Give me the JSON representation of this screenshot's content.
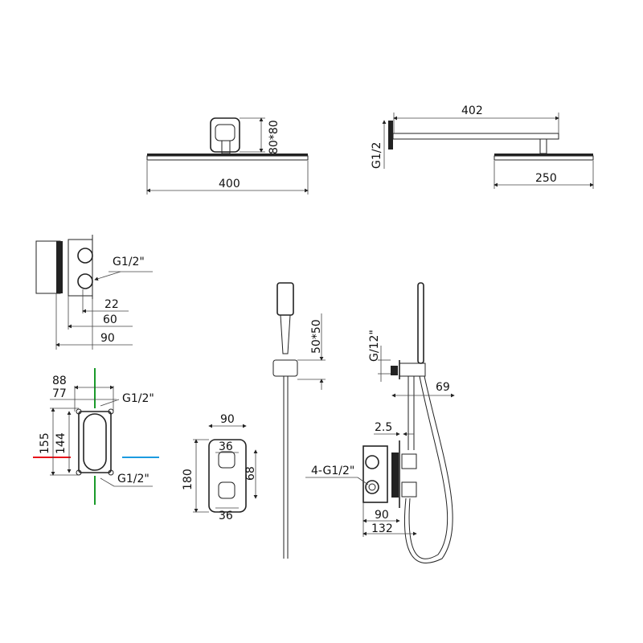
{
  "views": {
    "ceiling_head": {
      "width": "400",
      "plate": "80*80"
    },
    "wall_arm": {
      "arm_length": "402",
      "head_width": "250",
      "thread": "G1/2"
    },
    "valve_side": {
      "thread": "G1/2\"",
      "d1": "22",
      "d2": "60",
      "d3": "90"
    },
    "valve_front": {
      "outer_width": "88",
      "inner_width": "77",
      "outer_height": "155",
      "inner_height": "144",
      "thread_top": "G1/2\"",
      "thread_bottom": "G1/2\""
    },
    "trim_plate": {
      "width": "90",
      "handle_top": "36",
      "handle_bottom": "36",
      "height": "180",
      "spacing": "68"
    },
    "hand_shower": {
      "size": "50*50"
    },
    "assembly": {
      "thread": "G/12\"",
      "outlet": "69",
      "offset": "2.5",
      "inlets": "4-G1/2\"",
      "depth1": "90",
      "depth2": "132"
    }
  },
  "colors": {
    "hot": "#e8141b",
    "cold": "#1c9be0",
    "outlet": "#1a9a2a"
  }
}
